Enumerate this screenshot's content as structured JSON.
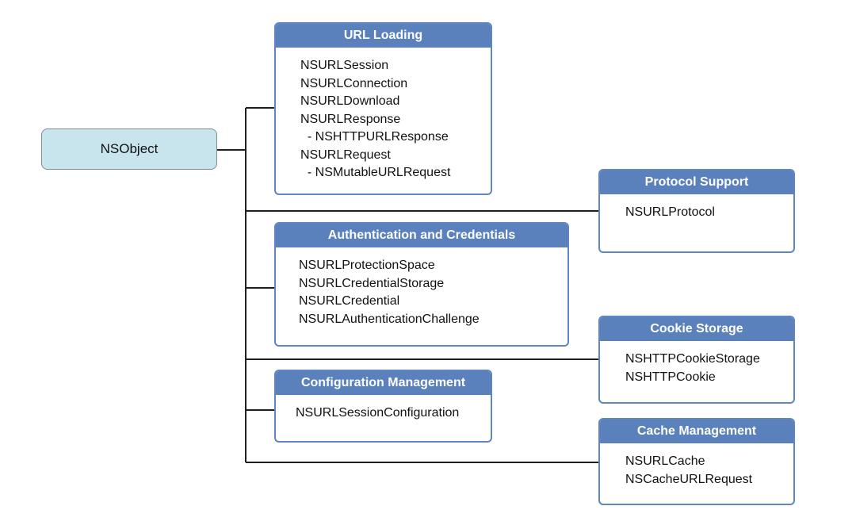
{
  "root": {
    "label": "NSObject"
  },
  "groups": [
    {
      "title": "URL Loading",
      "items": [
        "NSURLSession",
        "NSURLConnection",
        "NSURLDownload",
        "NSURLResponse",
        "  - NSHTTPURLResponse",
        "NSURLRequest",
        "  - NSMutableURLRequest"
      ]
    },
    {
      "title": "Protocol Support",
      "items": [
        "NSURLProtocol"
      ]
    },
    {
      "title": "Authentication and Credentials",
      "items": [
        "NSURLProtectionSpace",
        "NSURLCredentialStorage",
        "NSURLCredential",
        "NSURLAuthenticationChallenge"
      ]
    },
    {
      "title": "Cookie Storage",
      "items": [
        "NSHTTPCookieStorage",
        "NSHTTPCookie"
      ]
    },
    {
      "title": "Configuration Management",
      "items": [
        "NSURLSessionConfiguration"
      ]
    },
    {
      "title": "Cache Management",
      "items": [
        "NSURLCache",
        "NSCacheURLRequest"
      ]
    }
  ],
  "colors": {
    "root_fill": "#c8e4ec",
    "header_fill": "#5b81bd",
    "border": "#5f86c0",
    "connector": "#1f1f1f"
  }
}
